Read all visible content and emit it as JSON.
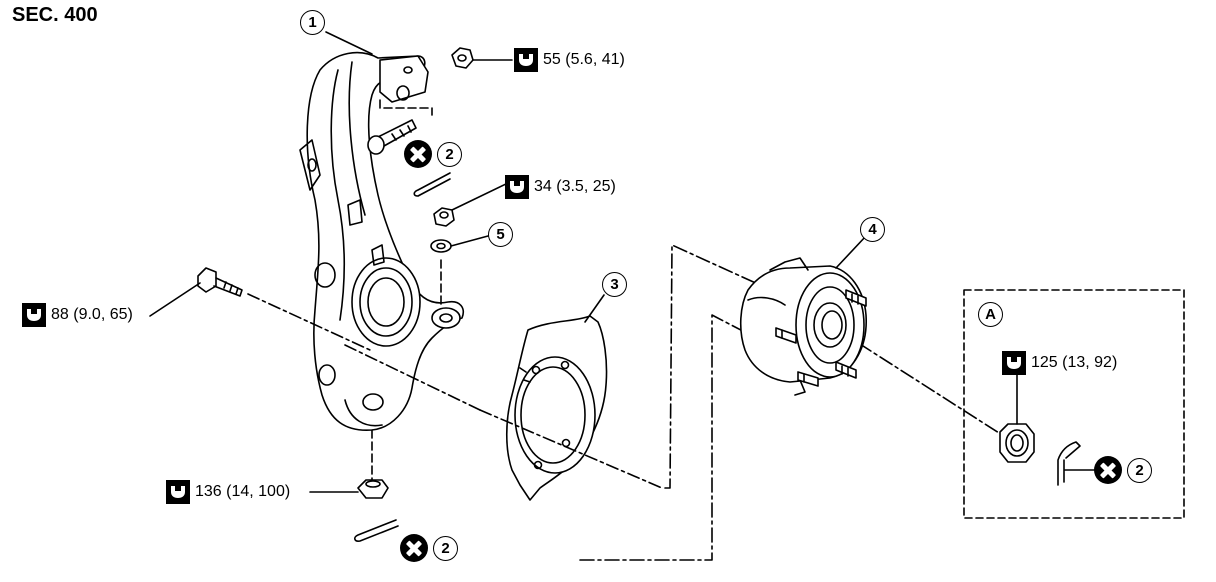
{
  "section_title": "SEC. 400",
  "callout_labels": {
    "steering_knuckle": "1",
    "cotter_pin": "2",
    "splash_guard": "3",
    "wheel_hub_bearing": "4",
    "washer": "5",
    "detail_view": "A"
  },
  "torque_specs": {
    "upper_nut": "55 (5.6, 41)",
    "tie_rod_nut": "34 (3.5, 25)",
    "strut_bolt": "88 (9.0, 65)",
    "lower_nut": "136 (14, 100)",
    "hub_nut": "125 (13, 92)"
  },
  "icons": {
    "torque": "torque-wrench-icon",
    "not_reusable": "x-circle-icon"
  }
}
